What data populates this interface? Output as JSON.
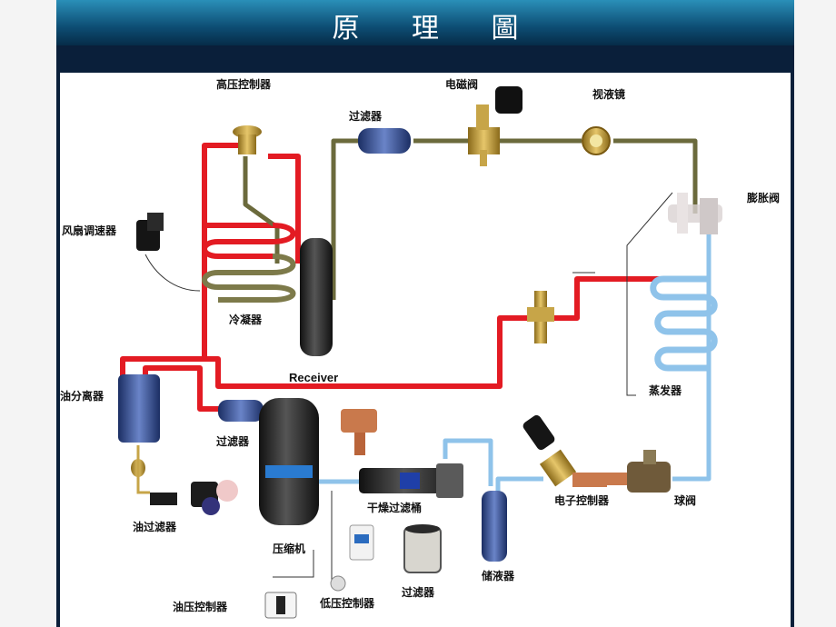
{
  "title": "原 理 圖",
  "labels": {
    "high_pressure_controller": "高压控制器",
    "solenoid_valve": "电磁阀",
    "sight_glass": "视液镜",
    "filter_top": "过滤器",
    "expansion_valve": "膨胀阀",
    "fan_speed_controller": "风扇调速器",
    "condenser": "冷凝器",
    "receiver": "Receiver",
    "oil_separator": "油分离器",
    "evaporator": "蒸发器",
    "filter_mid": "过滤器",
    "dry_filter_tank": "干燥过滤桶",
    "electronic_controller": "电子控制器",
    "ball_valve": "球阀",
    "oil_filter": "油过滤器",
    "compressor": "压缩机",
    "liquid_receiver": "储液器",
    "filter_bottom": "过滤器",
    "oil_pressure_controller": "油压控制器",
    "low_pressure_controller": "低压控制器"
  },
  "colors": {
    "hot_line": "#e31b23",
    "cold_line": "#8fc3ea",
    "liquid_line": "#6b6a3c",
    "title_bar": "#0d4d73"
  }
}
